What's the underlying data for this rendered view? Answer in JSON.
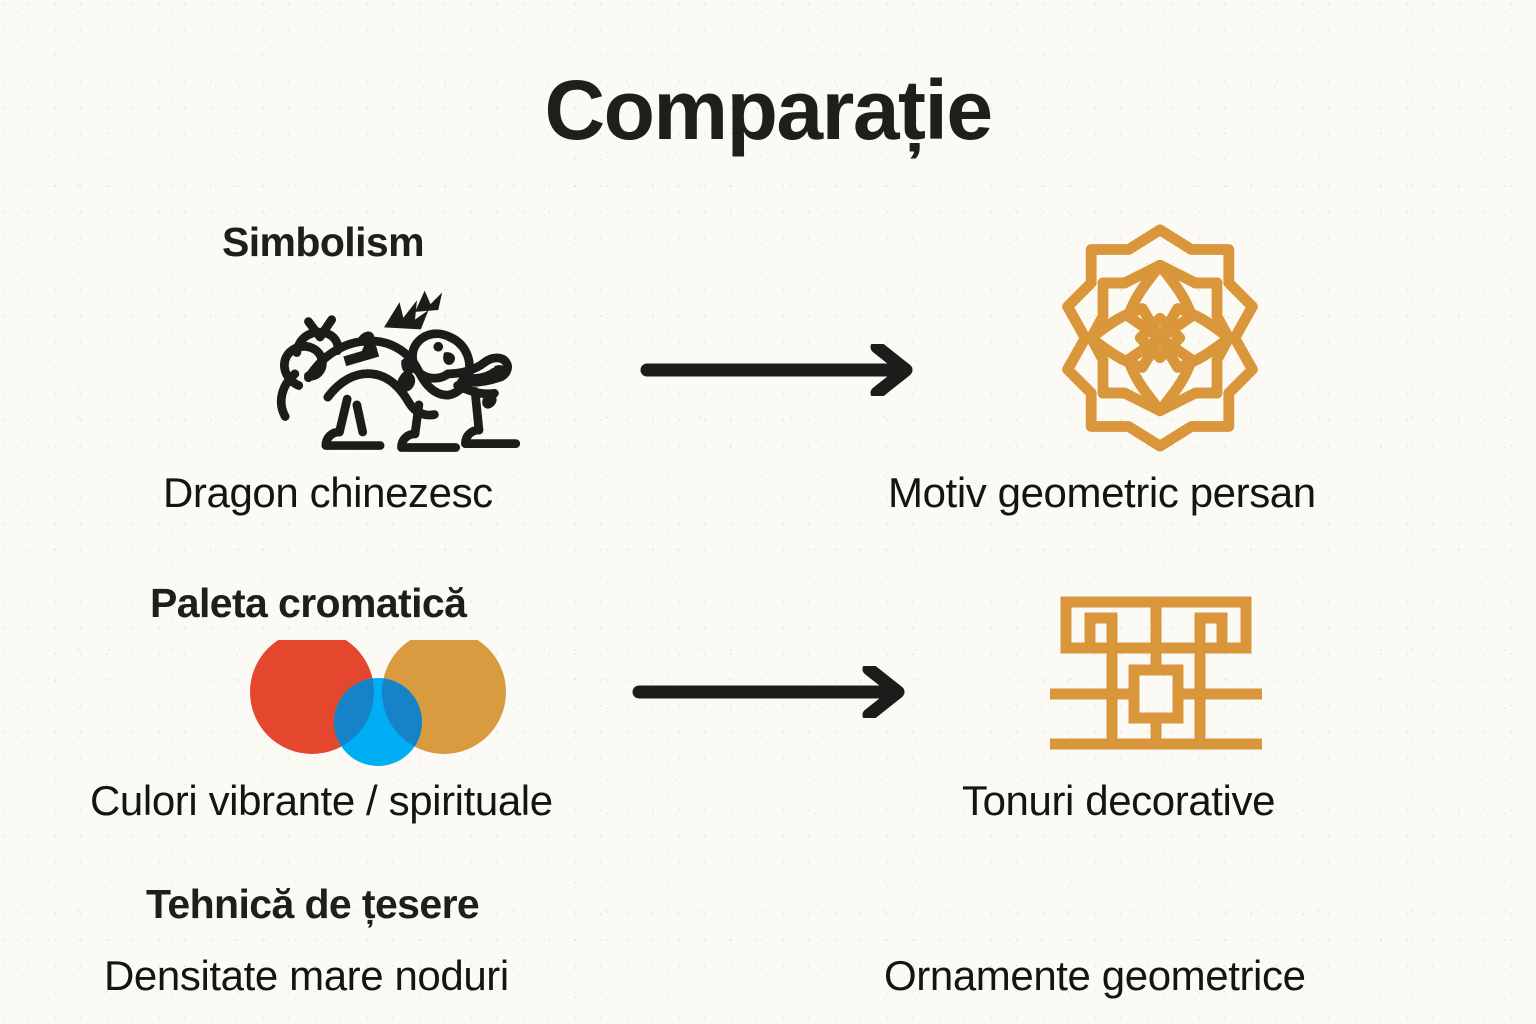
{
  "page": {
    "title": "Comparație",
    "background_color": "#fbfaf4",
    "text_color": "#1e1e1c",
    "accent_orange": "#d9963a"
  },
  "rows": [
    {
      "heading": "Simbolism",
      "left": {
        "icon": "chinese-dragon-icon",
        "caption": "Dragon chinezesc",
        "color": "#1e1e1c"
      },
      "arrow": "arrow-right-icon",
      "right": {
        "icon": "persian-geometric-rosette-icon",
        "caption": "Motiv geometric persan",
        "color": "#d9963a"
      }
    },
    {
      "heading": "Paleta cromatică",
      "left": {
        "icon": "overlapping-color-circles-icon",
        "caption": "Culori vibrante / spirituale",
        "palette": [
          "#e4472e",
          "#00aef5",
          "#d99b3f"
        ],
        "overlap_color": "#1683c8"
      },
      "arrow": "arrow-right-icon",
      "right": {
        "icon": "geometric-lattice-ornament-icon",
        "caption": "Tonuri decorative",
        "color": "#d9963a"
      }
    },
    {
      "heading": "Tehnică de țesere",
      "left": {
        "caption": "Densitate mare noduri"
      },
      "right": {
        "caption": "Ornamente geometrice"
      }
    }
  ]
}
